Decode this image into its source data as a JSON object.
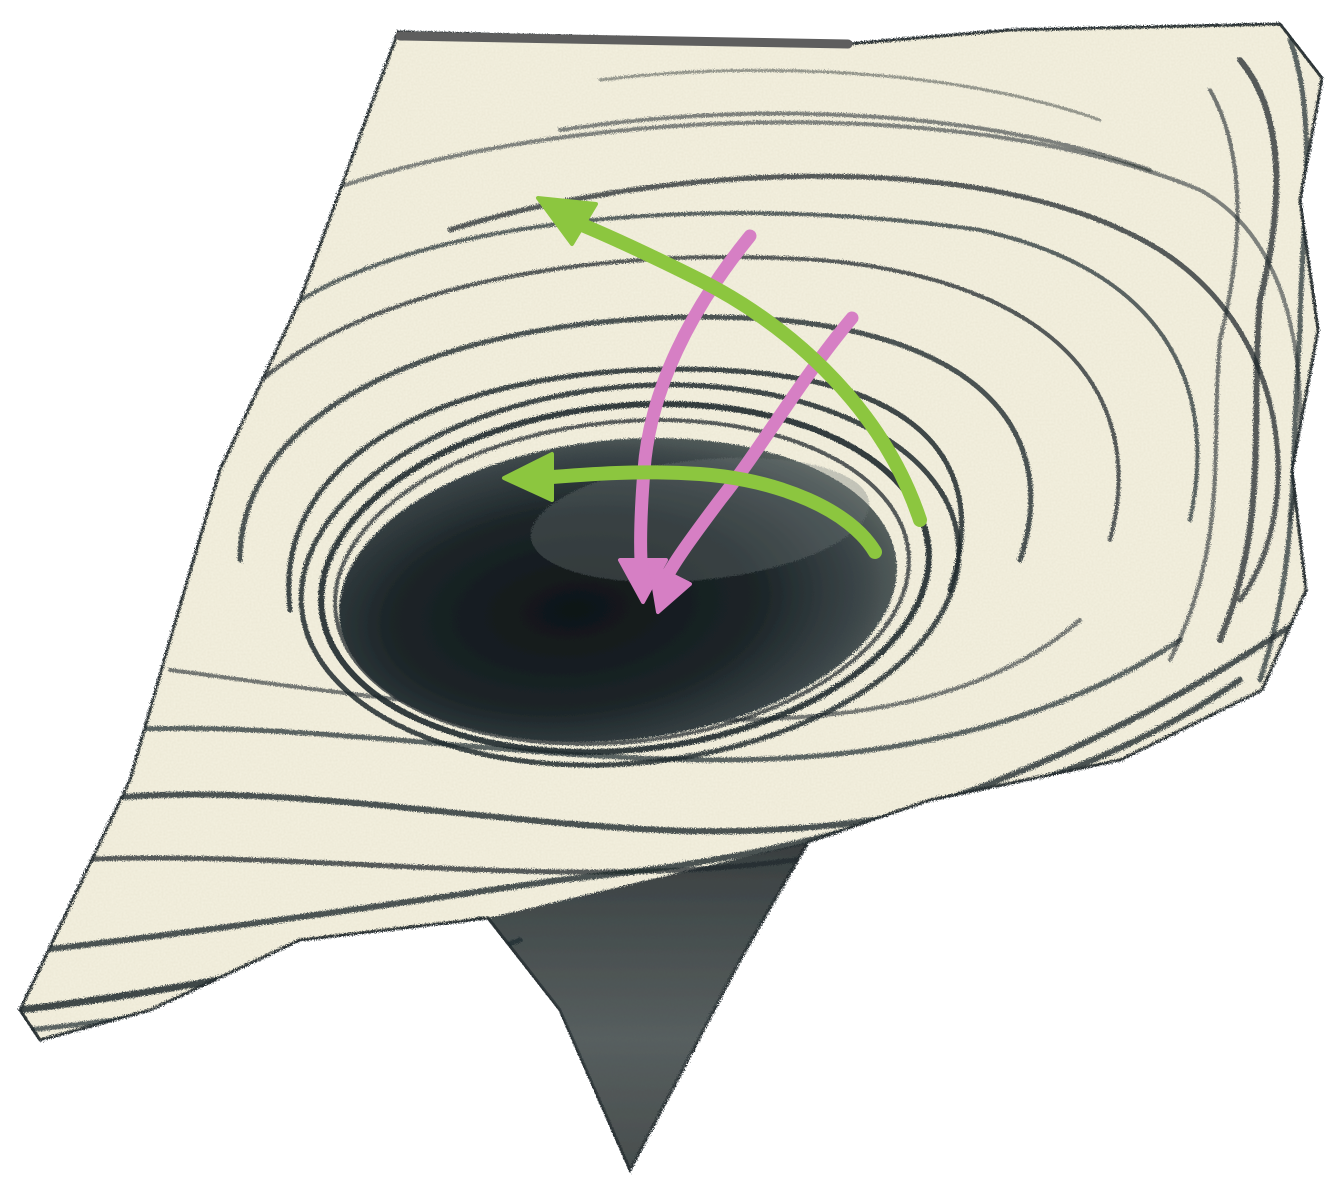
{
  "illustration": {
    "subject": "vortex-funnel-sketch",
    "colors": {
      "paper": "#f4f1e0",
      "paper_shade": "#e9e4cc",
      "pencil": "#1f2a2e",
      "pencil_light": "#4a5559",
      "top_edge": "#5e5e5e",
      "outflow_arrows": "#8cc63f",
      "inflow_arrows": "#d67fc4"
    },
    "arrows": [
      {
        "name": "outer-outflow-arrow",
        "color_key": "outflow_arrows"
      },
      {
        "name": "inner-outflow-arrow",
        "color_key": "outflow_arrows"
      },
      {
        "name": "left-inflow-arrow",
        "color_key": "inflow_arrows"
      },
      {
        "name": "right-inflow-arrow",
        "color_key": "inflow_arrows"
      }
    ]
  }
}
